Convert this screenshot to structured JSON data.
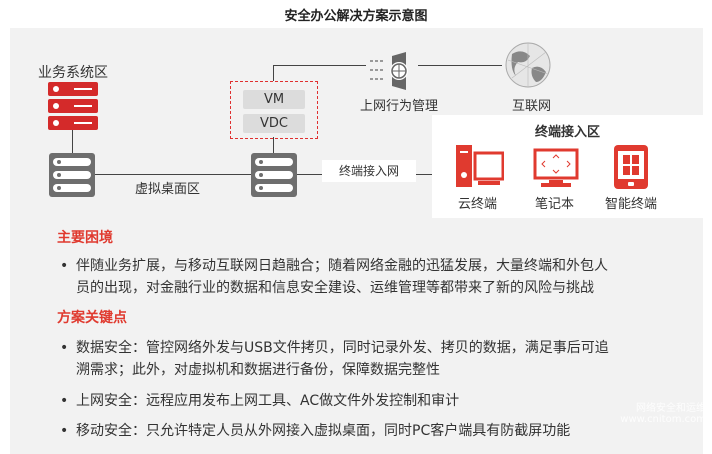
{
  "title": "安全办公解决方案示意图",
  "diagram": {
    "business_zone": "业务系统区",
    "vdesk_zone": "虚拟桌面区",
    "vm": "VM",
    "vdc": "VDC",
    "behavior_mgmt": "上网行为管理",
    "internet": "互联网",
    "terminal_net": "终端接入网",
    "terminal_zone": {
      "title": "终端接入区",
      "items": [
        "云终端",
        "笔记本",
        "智能终端"
      ]
    }
  },
  "sections": [
    {
      "heading": "主要困境",
      "bullets": [
        [
          "伴随业务扩展，与移动互联网日趋融合；随着网络金融的迅猛发展，大量终端和外包人",
          "员的出现，对金融行业的数据和信息安全建设、运维管理等都带来了新的风险与挑战"
        ]
      ]
    },
    {
      "heading": "方案关键点",
      "bullets": [
        [
          "数据安全：管控网络外发与USB文件拷贝，同时记录外发、拷贝的数据，满足事后可追",
          "溯需求；此外，对虚拟机和数据进行备份，保障数据完整性"
        ],
        [
          "上网安全：远程应用发布上网工具、AC做文件外发控制和审计"
        ],
        [
          "移动安全：只允许特定人员从外网接入虚拟桌面，同时PC客户端具有防截屏功能"
        ]
      ]
    }
  ],
  "bullet_char": "•",
  "watermark": [
    "网络安全和运维",
    "www.cnitom.com"
  ],
  "colors": {
    "accent": "#e03a2f",
    "panel": "#f2f2f2",
    "server_gray": "#6e6e6e"
  }
}
